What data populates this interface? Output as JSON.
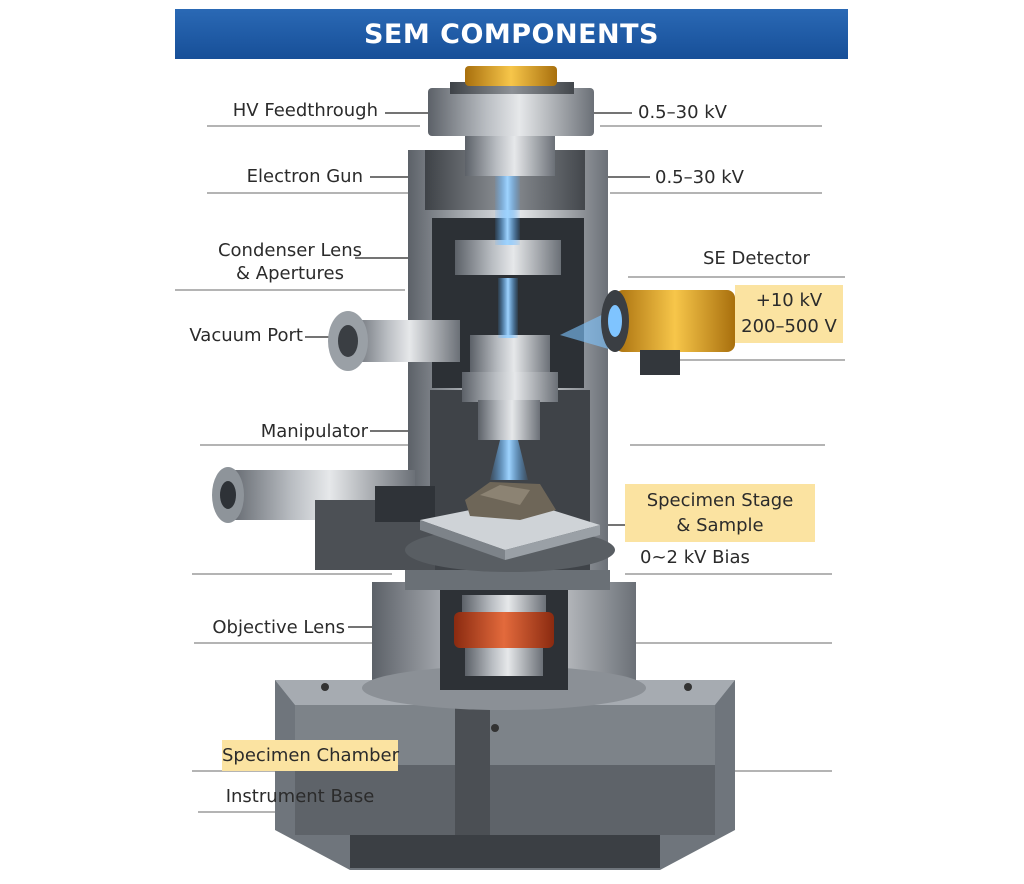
{
  "title": "SEM COMPONENTS",
  "labels": {
    "hv_feedthrough": "HV Feedthrough",
    "electron_gun": "Electron Gun",
    "condenser_line1": "Condenser Lens",
    "condenser_line2": "& Apertures",
    "vacuum_port": "Vacuum Port",
    "manipulator": "Manipulator",
    "objective_lens": "Objective Lens",
    "specimen_chamber": "Specimen Chamber",
    "instrument_base": "Instrument Base",
    "se_detector": "SE Detector",
    "stage_line1": "Specimen Stage",
    "stage_line2": "& Sample"
  },
  "values": {
    "hv_voltage": "0.5–30 kV",
    "gun_voltage": "0.5–30 kV",
    "se_voltage_1": "+10 kV",
    "se_voltage_2": "200–500 V",
    "stage_bias": "0~2 kV Bias"
  },
  "colors": {
    "title_bar": "#1e5aa6",
    "highlight": "#fbe3a1",
    "beam": "#4aa8ff",
    "detector": "#e8a51c",
    "objective_coil": "#c8461f",
    "gun_cap": "#d9a521"
  }
}
